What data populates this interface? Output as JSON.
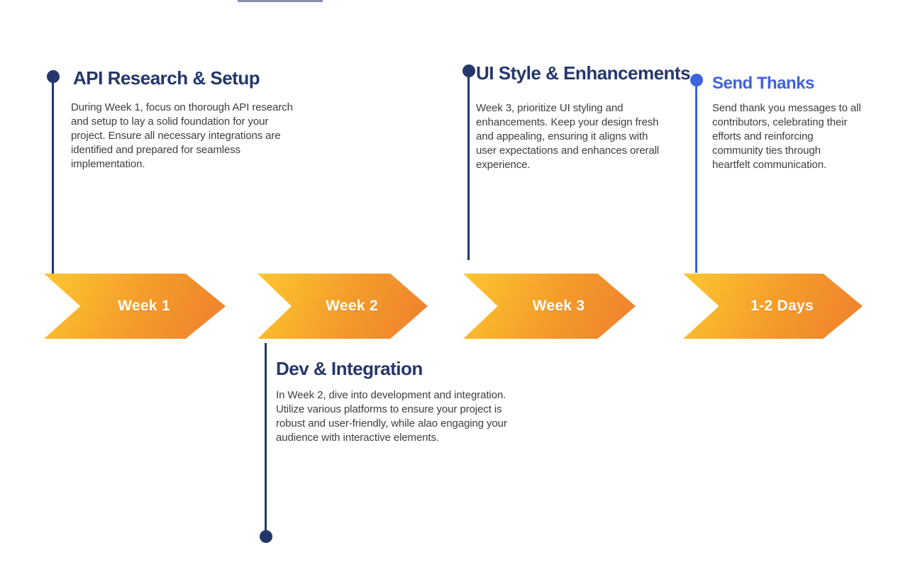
{
  "colors": {
    "navy": "#24376B",
    "blue": "#3E63DE",
    "body_text": "#3D3D3D",
    "arrow_gradient_start": "#FDC72F",
    "arrow_gradient_end": "#EF7F2E",
    "arrow_label": "#FFFFFF",
    "background": "#FFFFFF"
  },
  "timeline": {
    "arrows": [
      {
        "label": "Week 1"
      },
      {
        "label": "Week 2"
      },
      {
        "label": "Week 3"
      },
      {
        "label": "1-2 Days"
      }
    ],
    "milestones": [
      {
        "title": "API Research & Setup",
        "body": "During Week 1, focus on thorough API research\nand setup to lay a solid foundation for your\nproject. Ensure all necessary integrations are\nidentified and prepared for seamless\nimplementation.",
        "position": "above",
        "accent": "#24376B"
      },
      {
        "title": "Dev & Integration",
        "body": "In Week 2, dive into development and integration.\nUtilize various platforms to ensure your project is\nrobust and user-friendly, while alao engaging your\naudience with interactive elements.",
        "position": "below",
        "accent": "#24376B"
      },
      {
        "title": "UI Style & Enhancements",
        "body": "Week 3, prioritize UI styling and\nenhancements. Keep your design fresh\nand appealing, ensuring it aligns with\nuser expectations and enhances orerall\nexperience.",
        "position": "above",
        "accent": "#24376B"
      },
      {
        "title": "Send Thanks",
        "body": "Send thank you messages to all\ncontributors, celebrating their\nefforts and reinforcing\ncommunity ties through\nheartfelt communication.",
        "position": "above",
        "accent": "#3E63DE"
      }
    ]
  }
}
